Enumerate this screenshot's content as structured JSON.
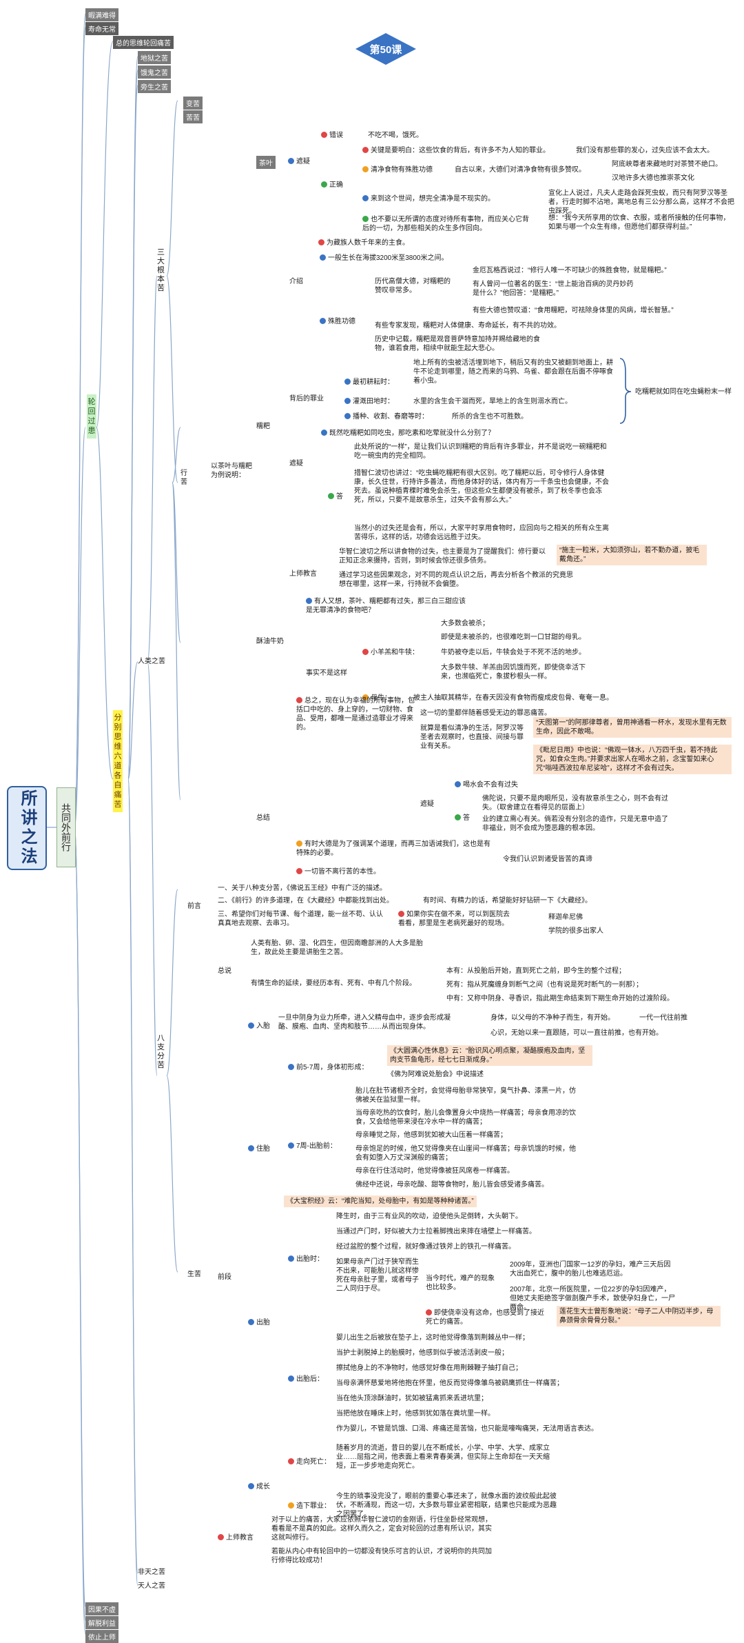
{
  "title_badge": "第50课",
  "root": "所讲之法",
  "top_node": "共同外前行",
  "left_tags": [
    "暇满难得",
    "寿命无常",
    "轮回过患",
    "因果不虚",
    "解脱利益",
    "依止上师"
  ],
  "lunhui": "轮回过患",
  "fenbie": "分别思维六道各自痛苦",
  "six_realms": [
    "总的思维轮回痛苦",
    "地狱之苦",
    "饿鬼之苦",
    "旁生之苦",
    "人类之苦",
    "非天之苦",
    "天人之苦"
  ],
  "three_root": "三大根本苦",
  "three_root_items": [
    "变苦",
    "苦苦",
    "行苦"
  ],
  "xingku_label": "以茶叶与糯粑为例说明：",
  "chaye": {
    "title": "茶叶",
    "zheyao": "遮疑",
    "cuowu": "错误",
    "cuowu_text": "不吃不喝，饿死。",
    "zhengque": "正确",
    "z1": "关键是要明白：这些饮食的背后，有许多不为人知的罪业。",
    "z1b": "我们没有那些罪的发心，过失应该不会太大。",
    "z2": "清净食物有殊胜功德",
    "z2a": "自古以来，大德们对清净食物有很多赞叹。",
    "z2b": "阿底峡尊者来藏地时对茶赞不绝口。",
    "z2c": "汉地许多大德也推崇茶文化",
    "z3": "来到这个世间，想完全清净是不现实的。",
    "z3b": "宣化上人说过，凡夫人走路会踩死虫蚁，而只有阿罗汉等圣者，行走时脚不沾地，离地总有三公分那么高，这样才不会把虫踩死。",
    "z4": "也不要以无所谓的态度对待所有事物，而应关心它背后的一切，为那些相关的众生多作回向。",
    "z4b": "想：“我今天所享用的饮食、衣服，或者所接触的任何事物，如果与哪一个众生有缘，但愿他们都获得利益。”"
  },
  "zanba": {
    "title": "糯粑",
    "main_point": "为藏族人数千年来的主食。",
    "jieshao": "介绍",
    "j1": "一般生长在海拔3200米至3800米之间。",
    "shusheng": "殊胜功德",
    "s1": "历代高僧大德，对糯粑的赞叹非常多。",
    "s1a": "金厄瓦格西说过：“修行人唯一不可缺少的殊胜食物，就是糯粑。”",
    "s1b": "有人曾问一位著名的医生：“世上能治百病的灵丹妙药是什么？”他回答：“是糯粑。”",
    "s1c": "有些大德也赞叹道：“食用糯粑，可祛除身体里的风病，增长智慧。”",
    "s2": "有些专家发现，糯粑对人体健康、寿命延长，有不共的功效。",
    "s3": "历史中记载，糯粑是观音菩萨特意加持并赐给藏地的食物，谁若食用，相续中就能生起大悲心。",
    "beihou": "背后的罪业",
    "b0": "地上所有的虫被活活埋到地下，稍后又有的虫又被翻到地面上，耕牛不论走到哪里，随之而来的乌鸦、鸟雀、都会跟在后面不停啄食着小虫。",
    "b1": "最初耕耘时：",
    "b2": "灌溉田地时：",
    "b2t": "水里的含生会干涸而死，旱地上的含生则溺水而亡。",
    "b3": "播种、收割、春磨等时：",
    "b3t": "所杀的含生也不可胜数。",
    "brace": "吃糯粑就如同在吃虫蝇粉末一样",
    "zhenyi": "遮疑",
    "q": "既然吃糯粑如同吃虫，那吃素和吃荤就没什么分别了？",
    "da": "答",
    "a1": "此处所说的“一样”，是让我们认识到糯粑的背后有许多罪业，并不是说吃一碗糯粑和吃一碗虫肉的完全相同。",
    "a2": "措智仁波切也讲过：“吃虫蝇吃糯粑有很大区别。吃了糯粑以后，可令修行人身体健康，长久住世，行持许多善法，而他身体好的话，体内有万一千条虫也会健康，不会死去。虽说种植青稞时难免会杀生，但这些众生都便没有被杀，到了秋冬季也会冻死，所以，只要不是故意杀生，过失不会有那么大。”",
    "a3": "当然小的过失还是会有，所以，大家平时享用食物时，应回向与之相关的所有众生离苦得乐，这样的话，功德会远远胜于过失。",
    "shangshi": "上师教言",
    "sh1": "华智仁波切之所以讲食物的过失，也主要是为了提醒我们：修行要以正知正念来摄持，否则，到时候会惊还很多债务。",
    "sh1b": "“施主一粒米，大如须弥山，若不勤办道，披毛戴角还。”",
    "sh2": "通过学习这些因果观念，对不同的观点认识之后，再去分析各个教派的究竟思想在哪里，这样一来，行持就不会偏堕。"
  },
  "suyou": {
    "title": "酥油牛奶",
    "q": "有人又想，茶叶、糯粑都有过失，那三白三甜应该是无罪清净的食物吧？",
    "fact": "事实不是这样",
    "yang": "小羊羔和牛犊：",
    "y1": "大多数会被杀；",
    "y2": "即使是未被杀的，也很难吃到一口甘甜的母乳。",
    "y3": "牛奶被夺走以后，牛犊会处于不死不活的地步。",
    "y4": "大多数牛犊、羊羔由因饥饿而死，即使侥幸活下来，也濒临死亡，象拔秒根头一样。",
    "mu": "母牛：",
    "m1": "被主人抽取其精华，在春天因没有食物而瘦成皮包骨、奄奄一息。"
  },
  "zongjie": {
    "title": "总结",
    "z0": "总之，现在认为幸福的所有事物，包括口中吃的、身上穿的，一切财物、食品、受用，都唯一是通过造罪业才得来的。",
    "z1": "这一切的里都伴随着感受无边的罪恶痛苦。",
    "z2": "就算是看似清净的生活，阿罗汉等圣者去观察时，也直接、间接与罪业有关系。",
    "z2a": "“天图第一”的阿那律尊者，曾用神通看一杯水，发现水里有无数生命，因此不敢喝。",
    "z2b": "《毗尼日用》中也说：“佛观一钵水，八万四千虫，若不持此咒，如食众生肉。”并要求出家人在喝水之前，念宝誓如来心咒“嗡哇西波拉牟尼娑哈”，这样才不会有过失。",
    "zy": "遮疑",
    "zq": "喝水会不会有过失",
    "zda": "答",
    "za1": "佛陀说，只要不是肉眼所见，没有故意杀生之心，则不会有过失。（取舍建立在看得见的层面上）",
    "za2": "业的建立需心有关。倘若没有分别念的造作，只是无意中造了非福业，则不会成为堕恶趣的根本因。",
    "z3": "有时大德是为了强调某个道理，而再三加语诫我们，这也是有特殊的必要。",
    "z3b": "令我们认识到诸受皆苦的真谛",
    "z4": "一切皆不离行苦的本性。"
  },
  "bazhi": {
    "title": "八支分苦",
    "qianyan": "前言",
    "q1": "一、关于八种支分苦，《佛说五王经》中有广泛的描述。",
    "q2": "二、《前行》的许多道理，在《大藏经》中都能找到出处。",
    "q2b": "有时间、有精力的话，希望能好好钻研一下《大藏经》。",
    "q3": "三、希望你们对每节课、每个道理，能一丝不苟、认认真真地去观察、去串习。",
    "q3b": "如果你实在做不来，可以到医院去看看，那里是生老病死最好的现场。",
    "q3c": "释迦牟尼佛",
    "q3d": "学院的很多出家人",
    "shengku": "生苦",
    "zonglun": "总说",
    "zl1": "人类有胎、卵、湿、化四生，但因南瞻部洲的人大多是胎生，故此处主要是讲胎生之苦。",
    "zl2": "有情生命的延续，要经历本有、死有、中有几个阶段。",
    "zl2a": "本有：从投胎后开始，直到死亡之前，即今生的整个过程；",
    "zl2b": "死有：指从死魔缠身到断气之间（也有说是死时断气的一刹那）；",
    "zl2c": "中有：又称中阴身、寻香识，指此期生命结束到下期生命开始的过渡阶段。",
    "qianduan": "前段",
    "rutai": "入胎",
    "rt1": "一旦中阴身为业力所牵，进入父精母血中，逐步会形成凝酪、膜疱、血肉、坚肉和肢节……从而出现身体。",
    "rt1a": "身体，以父母的不净种子而生，有开始。",
    "rt1b": "一代一代往前推",
    "rt1c": "心识，无始以来一直跟随，可以一直往前推，也有开始。",
    "zhutai": "住胎",
    "zt1": "前5-7周，身体初形成：",
    "zt1a": "《大圆满心性休息》云：“胎识风心明点聚，凝酪膜疱及血肉，坚肉支节鱼龟形，经七七日渐成身。”",
    "zt1b": "《佛为阿难说处胎会》中说描述",
    "zt2": "7周-出胎前：",
    "zt2a": "胎儿在肚节诸根齐全时，会觉得母胎非常狭窄，臭气扑鼻、漆黑一片，仿佛被关在监狱里一样。",
    "zt2b": "当母亲吃热的饮食时，胎儿会像置身火中烧热一样痛苦；母亲食用凉的饮食，又会给他带来浸在冷水中一样的痛苦；",
    "zt2c": "母亲睡觉之际，他感到犹如被大山压着一样痛苦；",
    "zt2d": "母亲饱足的时候，他又觉得像夹在山崖间一样痛苦；母亲饥饿的时候，他会有如堕入万丈深渊般的痛苦；",
    "zt2e": "母亲在行住活动时，他觉得像被狂风席卷一样痛苦。",
    "zt2f": "佛经中还说，母亲吃酸、甜等食物时，胎儿皆会感受诸多痛苦。",
    "zt3": "《大宝积经》云：“难陀当知，处母胎中，有如是等种种诸苦。”",
    "chutai": "出胎",
    "ct1": "出胎时：",
    "ct1a": "降生时，由于三有业风的吹动，迫使他头足倒转，大头朝下。",
    "ct1b": "当通过产门时，好似被大力士拉着脚拽出来摔在墙壁上一样痛苦。",
    "ct1c": "经过盆腔的整个过程，就好像通过铁斧上的铁孔一样痛苦。",
    "ct1d": "如果母亲产门过于狭窄而生不出来，可能胎儿就这样惨死在母亲肚子里，或者母子二人同归于尽。",
    "ct1e": "当今时代，难产的现象也比较多。",
    "ct1f": "2009年，亚洲也门国家一12岁的孕妇，难产三天后因大出血死亡，腹中的胎儿也难逃厄运。",
    "ct1g": "2007年，北京一所医院里，一位22岁的孕妇因难产，但她丈夫拒绝签字做剖腹产手术，致使孕妇身亡，一尸两命。",
    "ct1h": "即使侥幸没有这命，也感受到了接近死亡的痛苦。",
    "ct1i": "莲花生大士曾形象地说：“母子二人中阴迈半步，母鼻颈骨余骨骨分裂。”",
    "ct2": "出胎后：",
    "ct2a": "婴儿出生之后被放在垫子上，这时他觉得像落到荆棘丛中一样；",
    "ct2b": "当护士剥脱掉上的胎膜时，他感到似乎被活活剥皮一般；",
    "ct2c": "擦拭他身上的不净物时，他感觉好像在用荆棘鞭子抽打自己；",
    "ct2d": "当母亲满怀慈爱地将他抱在怀里，他反而觉得像雏鸟被鹞鹰抓住一样痛苦；",
    "ct2e": "当在他头顶涂酥油时，犹如被猛禽抓来丢进坑里；",
    "ct2f": "当把他放在睡床上时，他感到犹如落在粪坑里一样。",
    "ct2g": "作为婴儿，不管是饥饿、口渴、疼痛还是苦恼，也只能是嚎啕痛哭，无法用语言表达。",
    "chengzhang": "成长",
    "cz1": "走向死亡：",
    "cz1a": "随着岁月的流逝，昔日的婴儿在不断成长，小学、中学、大学、成家立业……屈指之间，他表面上看来青春美满，但实际上生命却在一天天缩短，正一步步地走向死亡。",
    "cz2": "造下罪业：",
    "cz2a": "今生的琐事没完没了，眼前的重要心事还未了，就像水面的波纹般此起彼伏，不断涌现，而这一切，大多数与罪业紧密相联，结果也只能成为恶趣之因罢了。",
    "shangshi": "上师教言",
    "ss1": "对于以上的痛苦，大家应依照华智仁波切的金刚语，行住坐卧经常观想，看看是不是真的如此。这样久而久之，定会对轮回的过患有所认识，其实这就叫修行。",
    "ss2": "若能从内心中有轮回中的一切都没有快乐可言的认识，才说明你的共同加行修得比较成功！"
  }
}
